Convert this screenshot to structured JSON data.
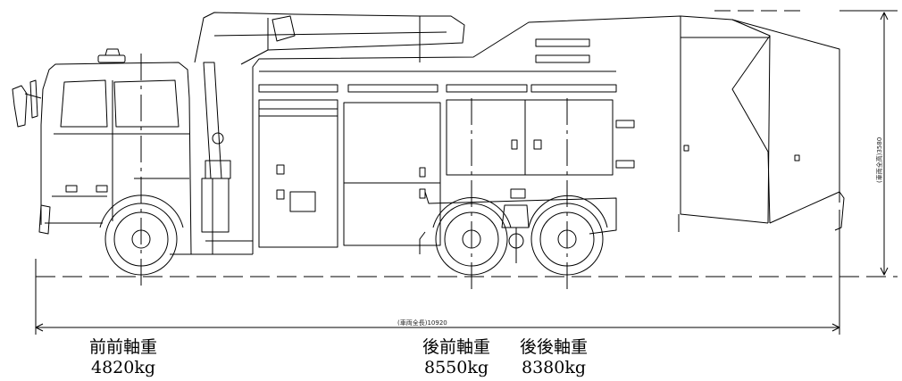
{
  "dimensions": {
    "overall_length": "(車両全長)10920",
    "overall_height": "(車両全高)3580"
  },
  "axles": [
    {
      "label": "前前軸重",
      "weight": "4820kg"
    },
    {
      "label": "後前軸重",
      "weight": "8550kg"
    },
    {
      "label": "後後軸重",
      "weight": "8380kg"
    }
  ],
  "colors": {
    "line": "#000000",
    "background": "#ffffff"
  }
}
